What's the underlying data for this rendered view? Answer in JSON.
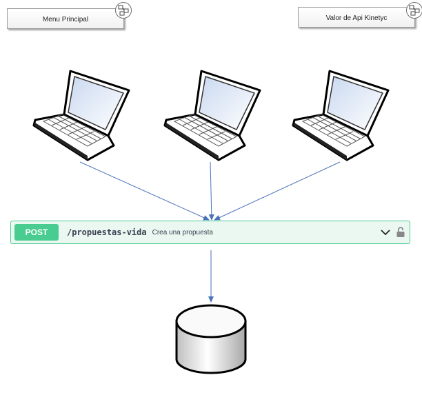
{
  "nav": {
    "left_label": "Menu Principal",
    "right_label": "Valor de Api Kinetyc",
    "icon": "diagram-link-icon"
  },
  "devices": [
    "laptop-icon",
    "laptop-icon",
    "laptop-icon"
  ],
  "endpoint": {
    "method": "POST",
    "path": "/propuestas-vida",
    "description": "Crea una propuesta",
    "method_color": "#49cc90",
    "background_color": "#ebf7f1"
  },
  "database": "database-icon",
  "colors": {
    "arrow": "#4a72b8"
  }
}
